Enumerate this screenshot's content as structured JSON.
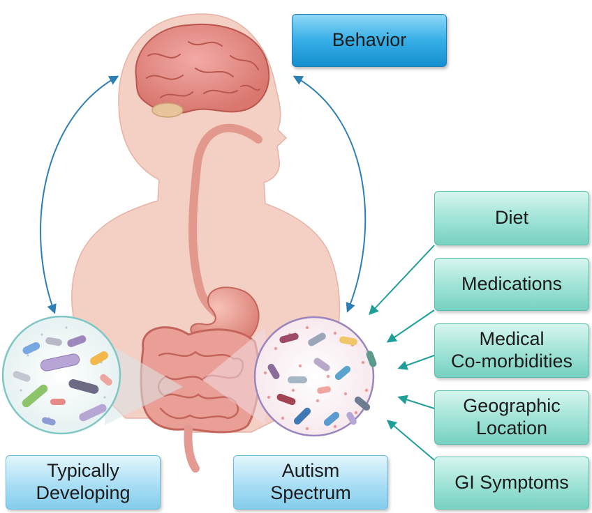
{
  "top_box": {
    "label": "Behavior"
  },
  "factors": [
    {
      "lines": [
        "Diet"
      ]
    },
    {
      "lines": [
        "Medications"
      ]
    },
    {
      "lines": [
        "Medical",
        "Co-morbidities"
      ]
    },
    {
      "lines": [
        "Geographic",
        "Location"
      ]
    },
    {
      "lines": [
        "GI Symptoms"
      ]
    }
  ],
  "groups": [
    {
      "lines": [
        "Typically",
        "Developing"
      ]
    },
    {
      "lines": [
        "Autism",
        "Spectrum"
      ]
    }
  ],
  "colors": {
    "skin": "#f4cfc3",
    "brain": "#e48f8d",
    "gut": "#e49a92",
    "arrow": "#2d7fb3",
    "teal_arrow": "#1f9e9a",
    "box_blue": "#36aee6",
    "box_teal": "#a2e4d7"
  }
}
